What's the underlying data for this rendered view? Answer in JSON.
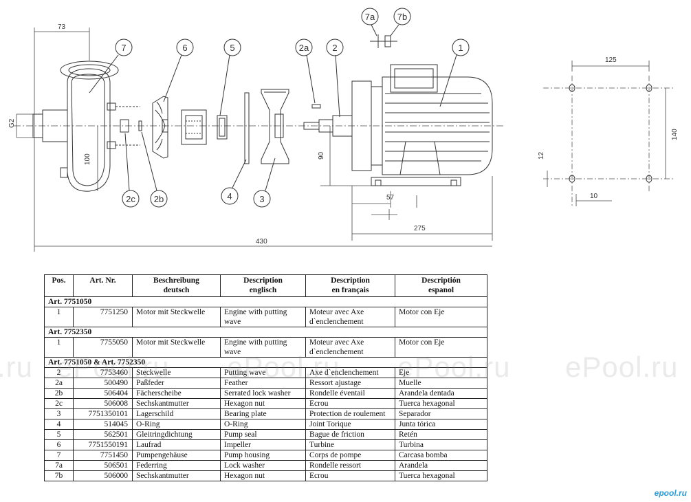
{
  "drawing": {
    "dimensions": {
      "d73": "73",
      "g2": "G2",
      "d100": "100",
      "d90": "90",
      "d57": "57",
      "d275": "275",
      "d430": "430",
      "d125": "125",
      "d140": "140",
      "d12": "12",
      "d10": "10"
    },
    "callouts": {
      "c1": "1",
      "c2": "2",
      "c2a": "2a",
      "c2b": "2b",
      "c2c": "2c",
      "c3": "3",
      "c4": "4",
      "c5": "5",
      "c6": "6",
      "c7": "7",
      "c7a": "7a",
      "c7b": "7b"
    }
  },
  "table": {
    "headers": {
      "pos": "Pos.",
      "art": "Art. Nr.",
      "de_1": "Beschreibung",
      "de_2": "deutsch",
      "en_1": "Description",
      "en_2": "englisch",
      "fr_1": "Description",
      "fr_2": "en français",
      "es_1": "Descriptión",
      "es_2": "espanol"
    },
    "groups": {
      "g1": "Art. 7751050",
      "g2": "Art. 7752350",
      "g3": "Art. 7751050 & Art. 7752350"
    },
    "rows": [
      {
        "pos": "1",
        "art": "7751250",
        "de": "Motor mit Steckwelle",
        "en": "Engine with putting wave",
        "fr": "Moteur avec Axe d`enclenchement",
        "es": "Motor con Eje"
      },
      {
        "pos": "1",
        "art": "7755050",
        "de": "Motor mit Steckwelle",
        "en": "Engine with putting wave",
        "fr": "Moteur avec Axe d`enclenchement",
        "es": "Motor con Eje"
      },
      {
        "pos": "2",
        "art": "7753460",
        "de": "Steckwelle",
        "en": "Putting wave",
        "fr": "Axe d`enclenchement",
        "es": "Eje"
      },
      {
        "pos": "2a",
        "art": "500490",
        "de": "Paßfeder",
        "en": "Feather",
        "fr": "Ressort ajustage",
        "es": "Muelle"
      },
      {
        "pos": "2b",
        "art": "506404",
        "de": "Fächerscheibe",
        "en": "Serrated lock washer",
        "fr": "Rondelle éventail",
        "es": "Arandela dentada"
      },
      {
        "pos": "2c",
        "art": "506008",
        "de": "Sechskantmutter",
        "en": "Hexagon nut",
        "fr": "Ecrou",
        "es": "Tuerca hexagonal"
      },
      {
        "pos": "3",
        "art": "7751350101",
        "de": "Lagerschild",
        "en": "Bearing plate",
        "fr": "Protection de roulement",
        "es": "Separador"
      },
      {
        "pos": "4",
        "art": "514045",
        "de": "O-Ring",
        "en": "O-Ring",
        "fr": "Joint Torique",
        "es": "Junta tórica"
      },
      {
        "pos": "5",
        "art": "562501",
        "de": "Gleitringdichtung",
        "en": "Pump seal",
        "fr": "Bague de friction",
        "es": "Retén"
      },
      {
        "pos": "6",
        "art": "7751550191",
        "de": "Laufrad",
        "en": "Impeller",
        "fr": "Turbine",
        "es": "Turbina"
      },
      {
        "pos": "7",
        "art": "7751450",
        "de": "Pumpengehäuse",
        "en": "Pump housing",
        "fr": "Corps de pompe",
        "es": "Carcasa bomba"
      },
      {
        "pos": "7a",
        "art": "506501",
        "de": "Federring",
        "en": "Lock washer",
        "fr": "Rondelle ressort",
        "es": "Arandela"
      },
      {
        "pos": "7b",
        "art": "506000",
        "de": "Sechskantmutter",
        "en": "Hexagon nut",
        "fr": "Ecrou",
        "es": "Tuerca hexagonal"
      }
    ]
  },
  "watermark": {
    "text": "ePool.ru",
    "partial": ".ru",
    "logo": "epool.ru"
  }
}
